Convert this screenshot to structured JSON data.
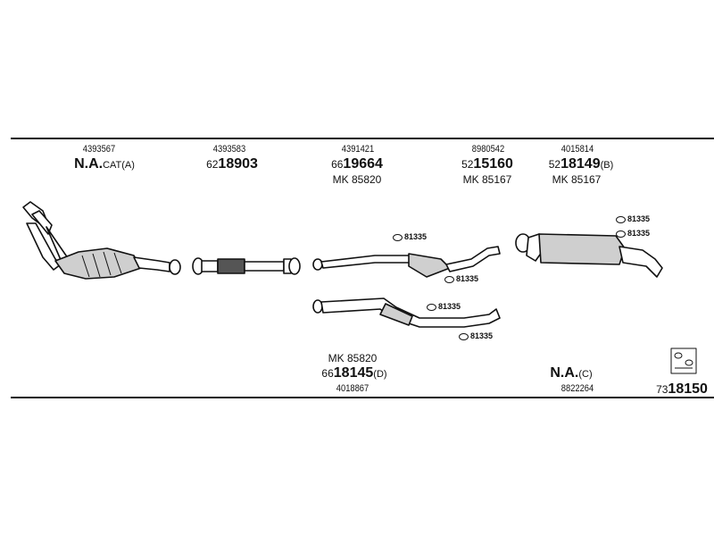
{
  "parts": [
    {
      "id": "4393567",
      "title": "N.A.",
      "suffix": "CAT(A)"
    },
    {
      "id": "4393583",
      "prefix": "62",
      "number": "18903"
    },
    {
      "id": "4391421",
      "prefix": "66",
      "number": "19664",
      "mk": "MK  85820"
    },
    {
      "id": "8980542",
      "prefix": "52",
      "number": "15160",
      "mk": "MK  85167"
    },
    {
      "id": "4015814",
      "prefix": "52",
      "number": "18149",
      "suffix": "(B)",
      "mk": "MK  85167"
    }
  ],
  "lower_parts": [
    {
      "mk": "MK  85820",
      "prefix": "66",
      "number": "18145",
      "suffix": "(D)",
      "id": "4018867"
    },
    {
      "title": "N.A.",
      "suffix": "(C)",
      "id": "8822264"
    }
  ],
  "clamp_code": "81335",
  "kit": {
    "prefix": "73",
    "number": "18150"
  }
}
